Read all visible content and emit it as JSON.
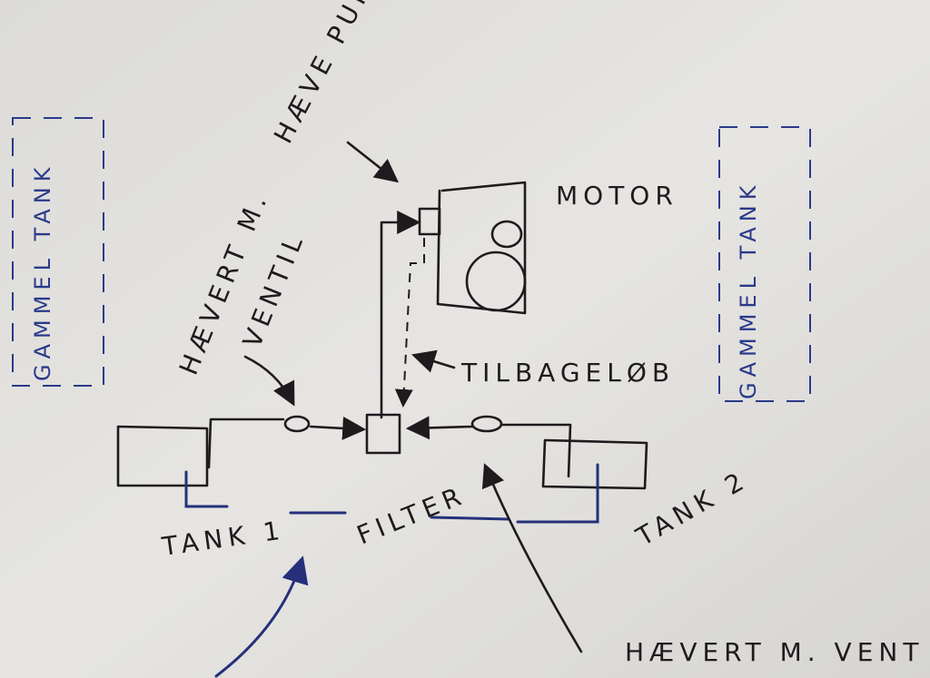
{
  "labels": {
    "pump": "HÆVE PUMP",
    "motor": "MOTOR",
    "old_tank_left": "GAMMEL TANK",
    "old_tank_right": "GAMMEL TANK",
    "siphon_valve_top": "HÆVERT M.",
    "siphon_valve_bottom": "VENTIL",
    "return_flow": "TILBAGELØB",
    "tank1": "TANK 1",
    "filter": "FILTER",
    "tank2": "TANK 2",
    "siphon_valve_bottom_right": "HÆVERT M. VENT"
  },
  "colors": {
    "paper": "#e4e3e0",
    "ink": "#1f1a1e",
    "blue_ink": "#25307a"
  }
}
